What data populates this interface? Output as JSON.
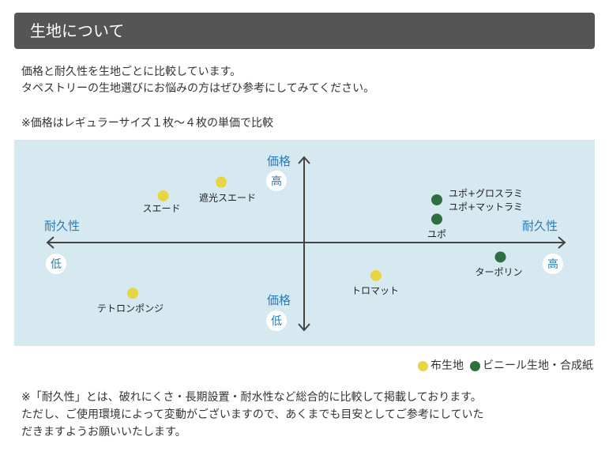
{
  "header": {
    "title": "生地について"
  },
  "intro": {
    "line1": "価格と耐久性を生地ごとに比較しています。",
    "line2": "タペストリーの生地選びにお悩みの方はぜひ参考にしてみてください。"
  },
  "note": "※価格はレギュラーサイズ１枚〜４枚の単価で比較",
  "colors": {
    "header_bg": "#555555",
    "chart_bg": "#d6e9f1",
    "axis_label": "#2a7bb5",
    "fabric": "#e8d545",
    "synthetic": "#2e6f41"
  },
  "chart_data": {
    "type": "scatter",
    "x_axis": {
      "label": "耐久性",
      "low": "低",
      "high": "高"
    },
    "y_axis": {
      "label": "価格",
      "low": "低",
      "high": "高"
    },
    "xlim": [
      -1,
      1
    ],
    "ylim": [
      -1,
      1
    ],
    "series": [
      {
        "name": "布生地",
        "color": "#e8d545",
        "points": [
          {
            "label": "遮光スエード",
            "x": -0.3,
            "y": 0.75
          },
          {
            "label": "スエード",
            "x": -0.51,
            "y": 0.58
          },
          {
            "label": "トロマット",
            "x": 0.26,
            "y": -0.41
          },
          {
            "label": "テトロンポンジ",
            "x": -0.62,
            "y": -0.63
          }
        ]
      },
      {
        "name": "ビニール生地・合成紙",
        "color": "#2e6f41",
        "points": [
          {
            "label": "ユポ+グロスラミ\nユポ+マットラミ",
            "x": 0.48,
            "y": 0.53
          },
          {
            "label": "ユポ",
            "x": 0.48,
            "y": 0.29
          },
          {
            "label": "ターポリン",
            "x": 0.71,
            "y": -0.18
          }
        ]
      }
    ]
  },
  "legend": {
    "fabric_label": "布生地",
    "synthetic_label": "ビニール生地・合成紙"
  },
  "footer": {
    "line1": "※「耐久性」とは、破れにくさ・長期設置・耐水性など総合的に比較して掲載しております。",
    "line2": "ただし、ご使用環境によって変動がございますので、あくまでも目安としてご参考にしていた",
    "line3": "だきますようお願いいたします。"
  }
}
